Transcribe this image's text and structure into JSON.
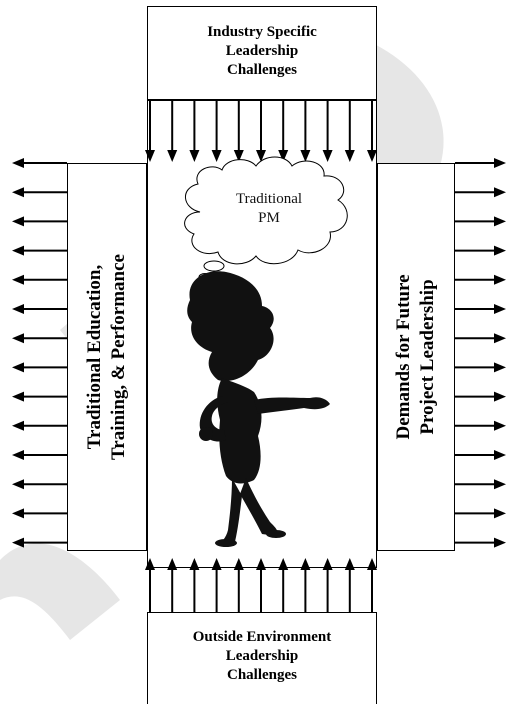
{
  "diagram": {
    "top_box": {
      "lines": [
        "Industry Specific",
        "Leadership",
        "Challenges"
      ]
    },
    "bottom_box": {
      "lines": [
        "Outside Environment",
        "Leadership",
        "Challenges"
      ]
    },
    "left_box": {
      "lines": [
        "Traditional Education,",
        "Training, & Performance"
      ]
    },
    "right_box": {
      "lines": [
        "Demands for Future",
        "Project Leadership"
      ]
    },
    "thought_bubble": {
      "lines": [
        "Traditional",
        "PM"
      ]
    },
    "figure": {
      "description_icon": "cartoon-figure-icon"
    },
    "colors": {
      "line": "#000000",
      "watermark": "#dcdcdc"
    }
  }
}
